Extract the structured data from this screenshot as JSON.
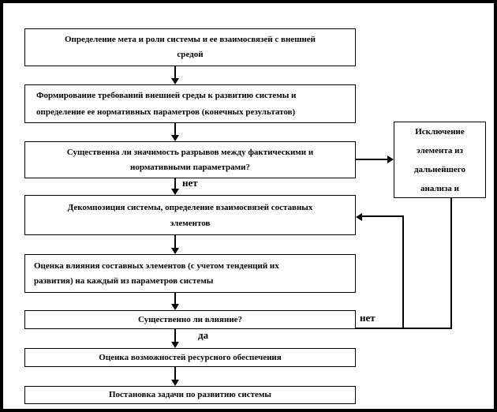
{
  "flowchart": {
    "steps": {
      "define_role": "Определение мета и роли системы и ее взаимосвязей с внешней\nсредой",
      "form_requirements": "Формирование требований внешней среды к развитию системы и\nопределение ее нормативных параметров (конечных результатов)",
      "gap_question": "Существенна ли значимость разрывов между фактическими и\nнормативными параметрами?",
      "decomposition": "Декомпозиция системы, определение взаимосвязей составных\nэлементов",
      "impact_assessment": "Оценка влияния составных элементов (с учетом тенденций их\nразвития) на каждый из параметров системы",
      "impact_question": "Существенно ли влияние?",
      "resource_assessment": "Оценка возможностей ресурсного обеспечения",
      "task_statement": "Постановка задачи по развитию системы",
      "exclusion": "Исключение\nэлемента из\nдальнейшего\nанализа и"
    },
    "labels": {
      "no_after_gap": "нет",
      "no_after_impact": "нет",
      "yes_after_impact": "да"
    },
    "colors": {
      "line": "#000000",
      "box_background": "#ffffff",
      "page_background": "#ffffff"
    }
  }
}
